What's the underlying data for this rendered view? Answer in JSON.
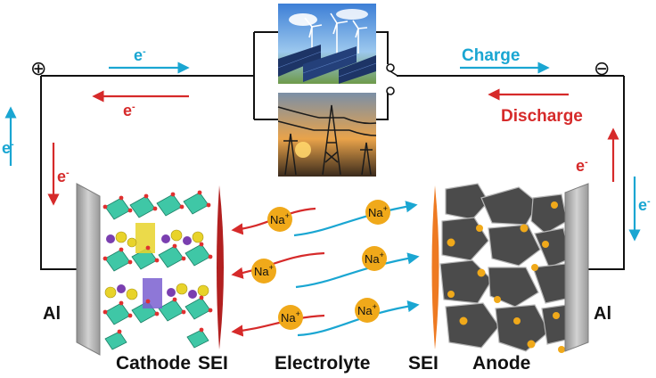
{
  "terminals": {
    "positive": "⊕",
    "negative": "⊖"
  },
  "electron": {
    "base": "e",
    "sup": "-"
  },
  "process": {
    "charge": "Charge",
    "discharge": "Discharge"
  },
  "ion": {
    "base": "Na",
    "sup": "+"
  },
  "labels": {
    "al_left": "Al",
    "al_right": "Al",
    "cathode": "Cathode",
    "sei_left": "SEI",
    "electrolyte": "Electrolyte",
    "sei_right": "SEI",
    "anode": "Anode"
  },
  "colors": {
    "charge": "#1aa6d2",
    "discharge": "#d62a2a",
    "wire": "#111111",
    "ion": "#f0a91a",
    "current_collector": "#b9b9b9",
    "sei_cathode": "#b22020",
    "sei_anode": "#ee7a22",
    "anode_particle": "#4b4b4b",
    "cathode_octahedra": "#3fc7a6",
    "cathode_atoms_purple": "#7a3fb0",
    "cathode_atoms_yellow": "#e8d32a"
  }
}
